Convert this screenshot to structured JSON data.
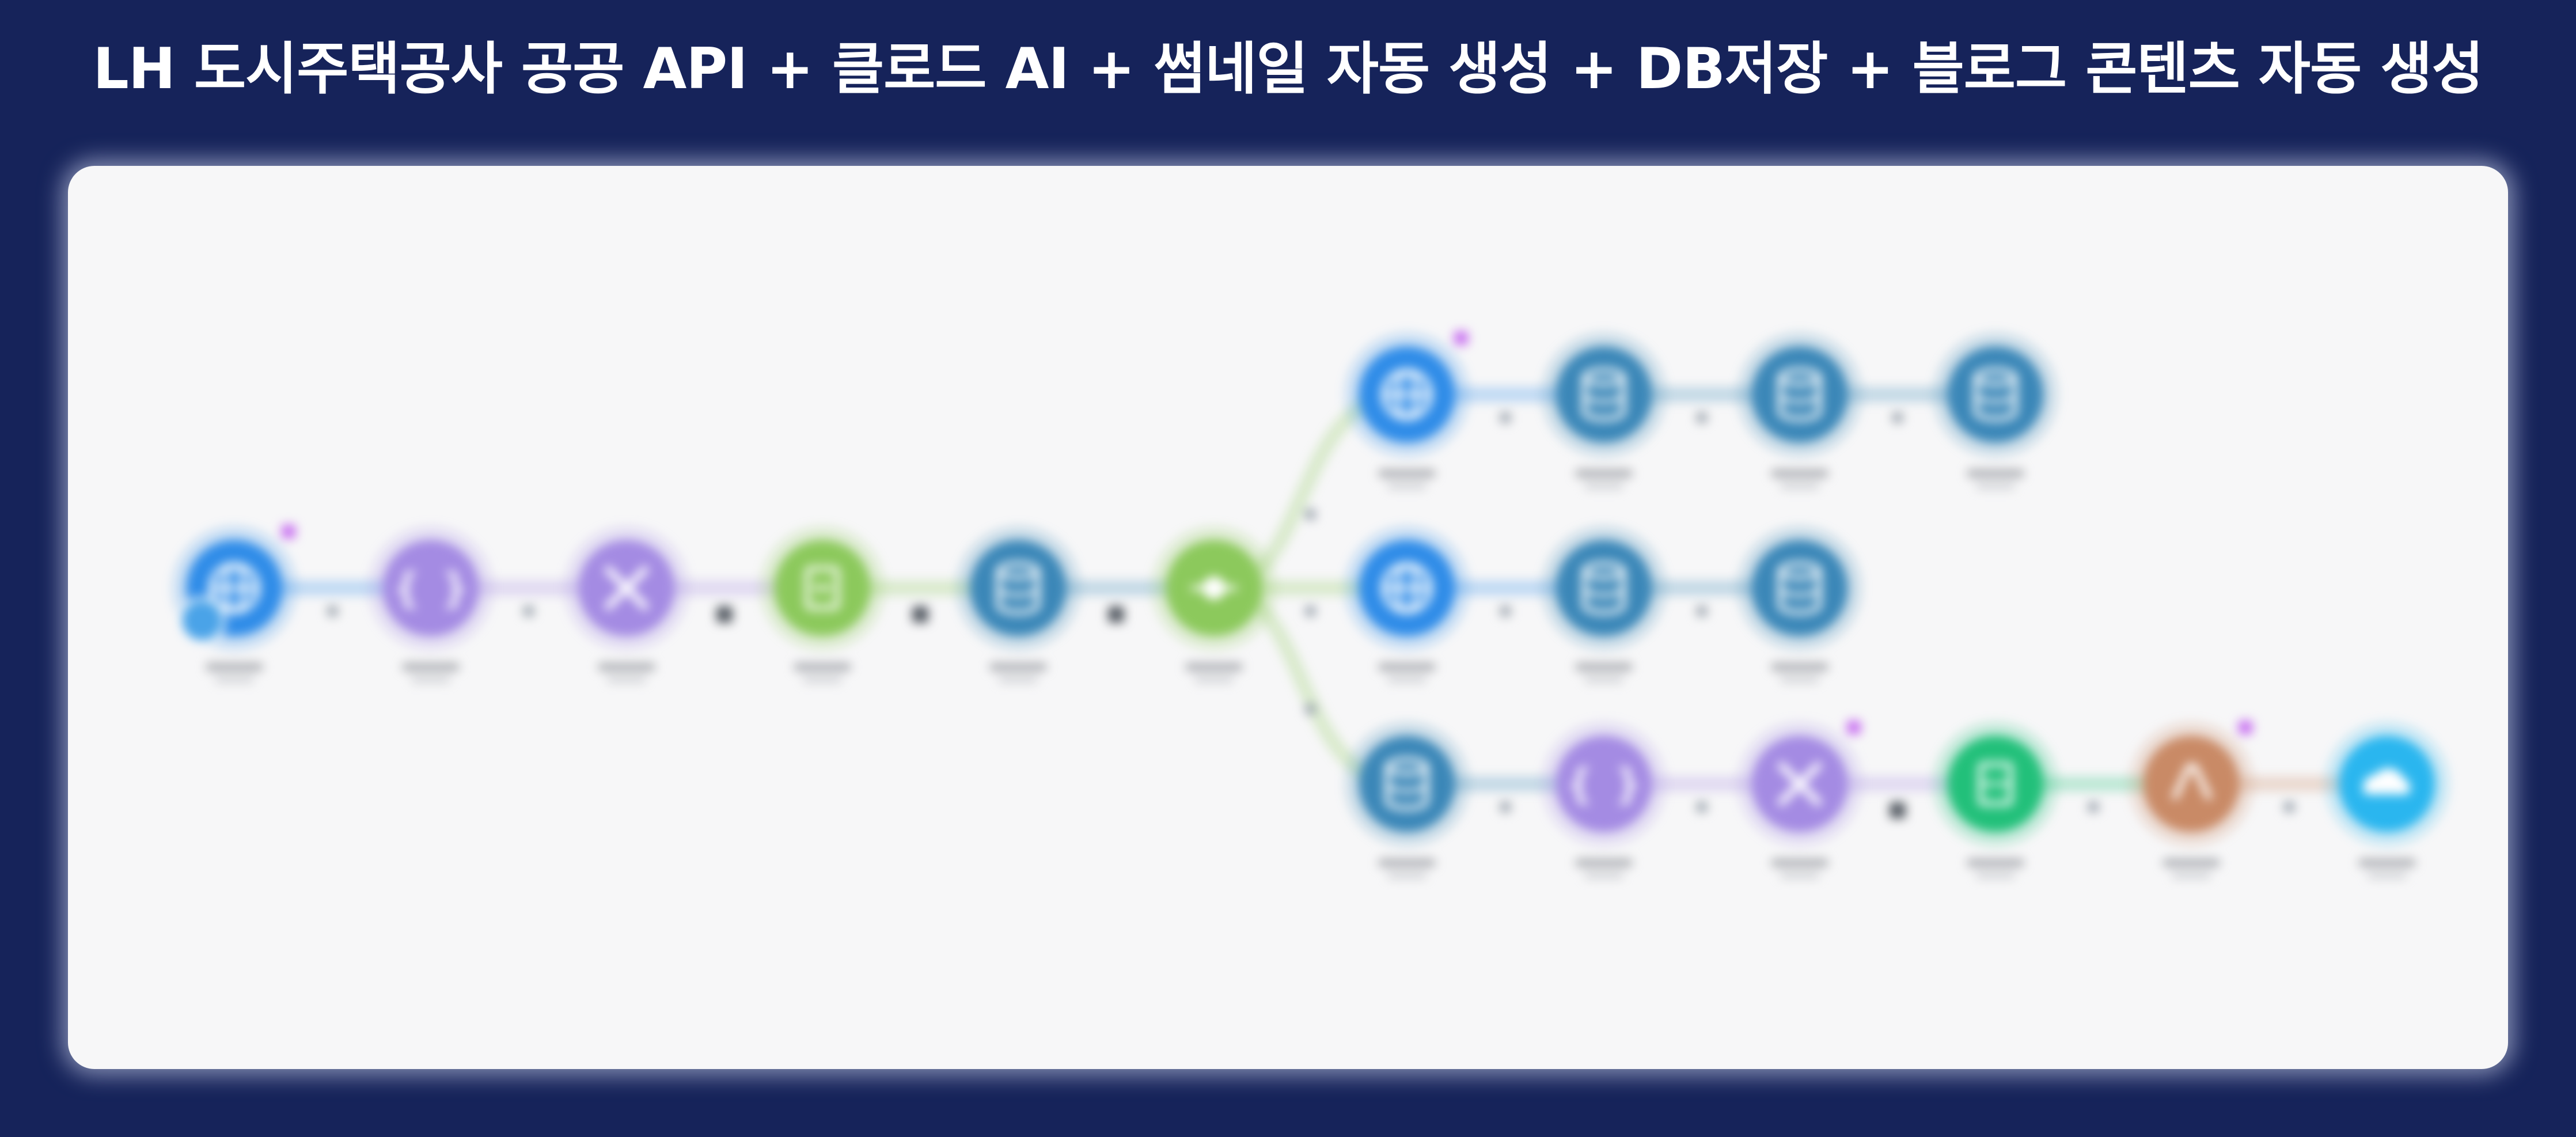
{
  "title": "LH 도시주택공사 공공 API  + 클로드 AI + 썸네일 자동 생성 + DB저장 + 블로그 콘텐츠 자동 생성",
  "colors": {
    "background": "#16235a",
    "canvas": "#f7f7f8",
    "http": "#2f8ce8",
    "json": "#a48be3",
    "tools": "#a48be3",
    "aggregator": "#8cc95c",
    "datastore": "#3b87b8",
    "router": "#8cc95c",
    "sheets": "#22c07a",
    "claude": "#c98a66",
    "cloud": "#2ab6ef",
    "badge": "#c66bf0"
  },
  "nodes": [
    {
      "id": "n1",
      "type": "http",
      "icon": "globe-icon",
      "badge": true,
      "trigger": true
    },
    {
      "id": "n2",
      "type": "json",
      "icon": "braces-icon"
    },
    {
      "id": "n3",
      "type": "tools",
      "icon": "tools-icon"
    },
    {
      "id": "n4",
      "type": "aggregator",
      "icon": "aggregator-icon"
    },
    {
      "id": "n5",
      "type": "datastore",
      "icon": "database-icon"
    },
    {
      "id": "n6",
      "type": "router",
      "icon": "router-icon"
    },
    {
      "id": "t1",
      "type": "http",
      "icon": "globe-icon",
      "badge": true
    },
    {
      "id": "t2",
      "type": "datastore",
      "icon": "database-icon"
    },
    {
      "id": "t3",
      "type": "datastore",
      "icon": "database-icon"
    },
    {
      "id": "t4",
      "type": "datastore",
      "icon": "database-icon"
    },
    {
      "id": "m1",
      "type": "http",
      "icon": "globe-icon"
    },
    {
      "id": "m2",
      "type": "datastore",
      "icon": "database-icon"
    },
    {
      "id": "m3",
      "type": "datastore",
      "icon": "database-icon"
    },
    {
      "id": "b1",
      "type": "datastore",
      "icon": "database-icon"
    },
    {
      "id": "b2",
      "type": "json",
      "icon": "braces-icon"
    },
    {
      "id": "b3",
      "type": "tools",
      "icon": "tools-icon",
      "badge": true
    },
    {
      "id": "b4",
      "type": "sheets",
      "icon": "sheets-icon"
    },
    {
      "id": "b5",
      "type": "claude",
      "icon": "claude-icon",
      "badge": true
    },
    {
      "id": "b6",
      "type": "cloud",
      "icon": "cloud-icon"
    }
  ],
  "edges": [
    [
      "n1",
      "n2"
    ],
    [
      "n2",
      "n3"
    ],
    [
      "n3",
      "n4"
    ],
    [
      "n4",
      "n5"
    ],
    [
      "n5",
      "n6"
    ],
    [
      "n6",
      "t1"
    ],
    [
      "t1",
      "t2"
    ],
    [
      "t2",
      "t3"
    ],
    [
      "t3",
      "t4"
    ],
    [
      "n6",
      "m1"
    ],
    [
      "m1",
      "m2"
    ],
    [
      "m2",
      "m3"
    ],
    [
      "n6",
      "b1"
    ],
    [
      "b1",
      "b2"
    ],
    [
      "b2",
      "b3"
    ],
    [
      "b3",
      "b4"
    ],
    [
      "b4",
      "b5"
    ],
    [
      "b5",
      "b6"
    ]
  ]
}
